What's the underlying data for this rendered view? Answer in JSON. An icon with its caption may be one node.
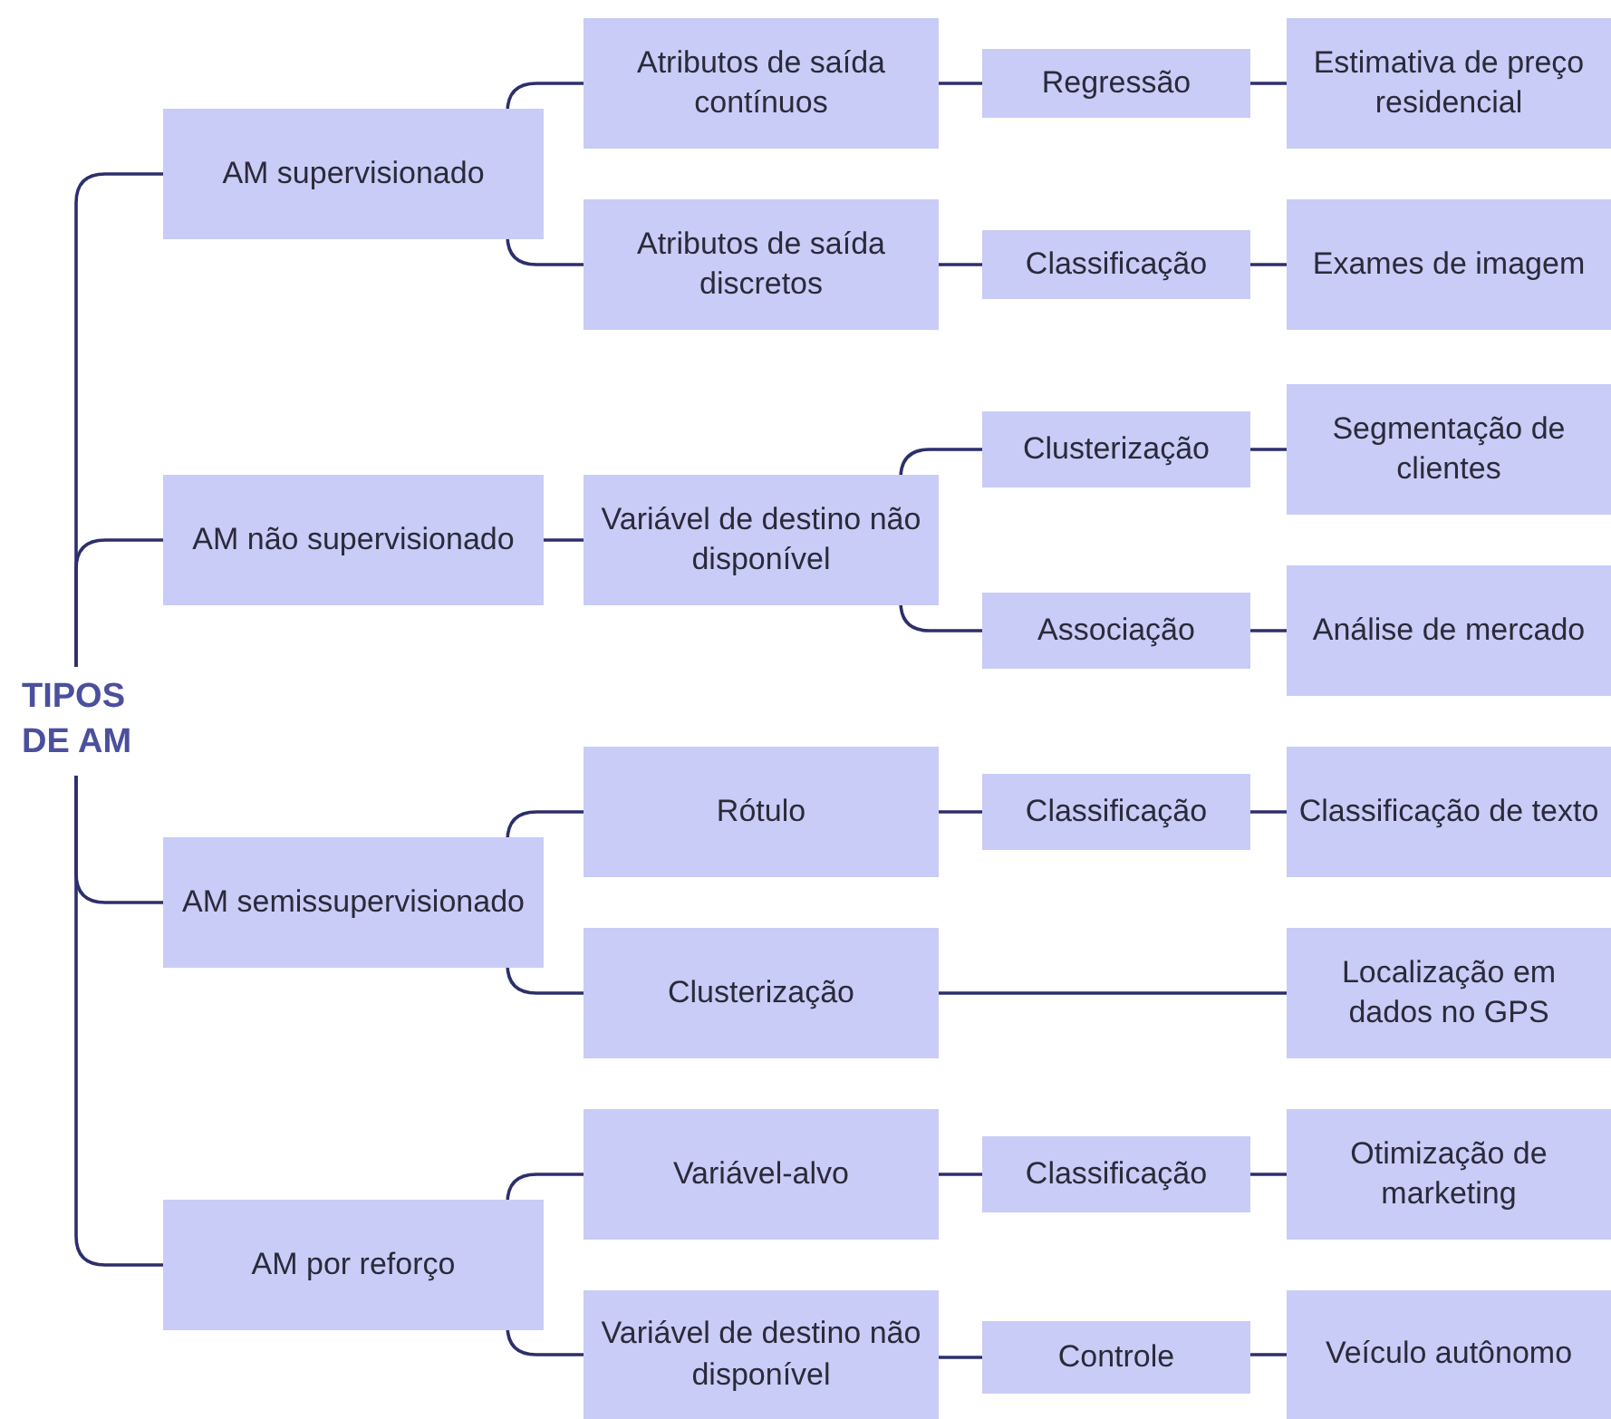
{
  "diagram": {
    "nodes": [
      {
        "text": [
          "TIPOS DE AM"
        ]
      },
      {
        "text": [
          "AM supervisionado"
        ]
      },
      {
        "text": [
          "AM não supervisionado"
        ]
      },
      {
        "text": [
          "AM semissupervisionado"
        ]
      },
      {
        "text": [
          "AM por reforço"
        ]
      },
      {
        "text": [
          "Atributos de saída contínuos"
        ]
      },
      {
        "text": [
          "Atributos de saída discretos"
        ]
      },
      {
        "text": [
          "Variável de destino não disponível"
        ]
      },
      {
        "text": [
          "Rótulo"
        ]
      },
      {
        "text": [
          "Clusterização"
        ]
      },
      {
        "text": [
          "Variável-alvo"
        ]
      },
      {
        "text": [
          "Variável de destino não disponível"
        ]
      },
      {
        "text": [
          "Regressão"
        ]
      },
      {
        "text": [
          "Classificação"
        ]
      },
      {
        "text": [
          "Clusterização"
        ]
      },
      {
        "text": [
          "Associação"
        ]
      },
      {
        "text": [
          "Classificação"
        ]
      },
      {
        "text": [
          "Classificação"
        ]
      },
      {
        "text": [
          "Controle"
        ]
      },
      {
        "text": [
          "Estimativa de preço residencial"
        ]
      },
      {
        "text": [
          "Exames de imagem"
        ]
      },
      {
        "text": [
          "Segmentação de clientes"
        ]
      },
      {
        "text": [
          "Análise de mercado"
        ]
      },
      {
        "text": [
          "Classificação de texto"
        ]
      },
      {
        "text": [
          "Localização em dados no GPS"
        ]
      },
      {
        "text": [
          "Otimização de marketing"
        ]
      },
      {
        "text": [
          "Veículo autônomo"
        ]
      }
    ],
    "edges": [
      {
        "from": 0,
        "to": 1,
        "arrow": "none"
      },
      {
        "from": 0,
        "to": 2,
        "arrow": "none"
      },
      {
        "from": 0,
        "to": 3,
        "arrow": "none"
      },
      {
        "from": 0,
        "to": 4,
        "arrow": "none"
      },
      {
        "from": 1,
        "to": 5,
        "arrow": "none"
      },
      {
        "from": 1,
        "to": 6,
        "arrow": "none"
      },
      {
        "from": 5,
        "to": 12,
        "arrow": "none"
      },
      {
        "from": 12,
        "to": 19,
        "arrow": "none"
      },
      {
        "from": 6,
        "to": 13,
        "arrow": "none"
      },
      {
        "from": 13,
        "to": 20,
        "arrow": "none"
      },
      {
        "from": 2,
        "to": 7,
        "arrow": "none"
      },
      {
        "from": 7,
        "to": 14,
        "arrow": "none"
      },
      {
        "from": 7,
        "to": 15,
        "arrow": "none"
      },
      {
        "from": 14,
        "to": 21,
        "arrow": "none"
      },
      {
        "from": 15,
        "to": 22,
        "arrow": "none"
      },
      {
        "from": 3,
        "to": 8,
        "arrow": "none"
      },
      {
        "from": 3,
        "to": 9,
        "arrow": "none"
      },
      {
        "from": 8,
        "to": 16,
        "arrow": "none"
      },
      {
        "from": 16,
        "to": 23,
        "arrow": "none"
      },
      {
        "from": 9,
        "to": 24,
        "arrow": "none"
      },
      {
        "from": 4,
        "to": 10,
        "arrow": "none"
      },
      {
        "from": 4,
        "to": 11,
        "arrow": "none"
      },
      {
        "from": 10,
        "to": 17,
        "arrow": "none"
      },
      {
        "from": 17,
        "to": 25,
        "arrow": "none"
      },
      {
        "from": 11,
        "to": 18,
        "arrow": "none"
      },
      {
        "from": 18,
        "to": 26,
        "arrow": "none"
      }
    ]
  }
}
